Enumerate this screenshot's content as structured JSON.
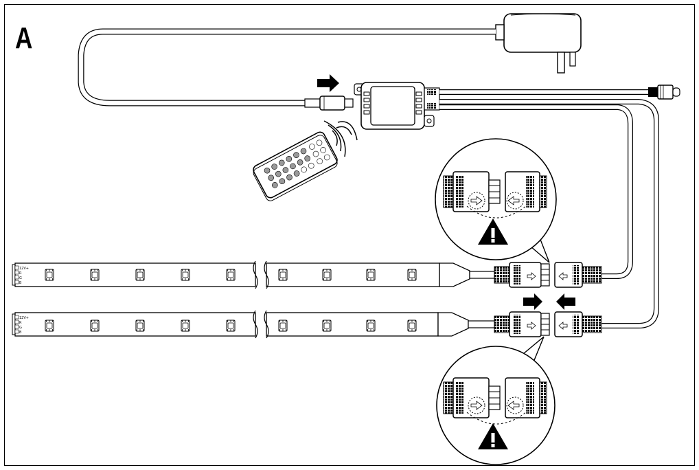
{
  "figure": {
    "label": "A"
  },
  "strips": [
    {
      "pin_labels": [
        "12V+",
        "R",
        "G",
        "B"
      ]
    },
    {
      "pin_labels": [
        "12V+",
        "R",
        "G",
        "B"
      ]
    }
  ],
  "icons": {
    "warning": "warning-triangle-icon",
    "arrow": "arrow-icon"
  }
}
